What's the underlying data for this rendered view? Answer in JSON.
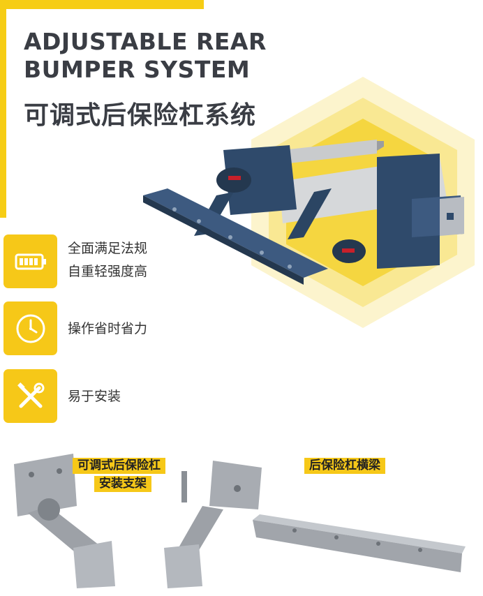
{
  "header": {
    "title_en_line1": "ADJUSTABLE REAR",
    "title_en_line2": "BUMPER SYSTEM",
    "title_cn": "可调式后保险杠系统"
  },
  "features": [
    {
      "icon": "battery-icon",
      "line1": "全面满足法规",
      "line2": "自重轻强度高"
    },
    {
      "icon": "clock-icon",
      "line1": "操作省时省力"
    },
    {
      "icon": "tools-icon",
      "line1": "易于安装"
    }
  ],
  "products": {
    "bracket_label_line1": "可调式后保险杠",
    "bracket_label_line2": "安装支架",
    "beam_label": "后保险杠横梁"
  },
  "colors": {
    "accent": "#F6C818",
    "title": "#3a3d44",
    "frame_blue": "#2f4a6b",
    "steel": "#b8bcc2"
  }
}
